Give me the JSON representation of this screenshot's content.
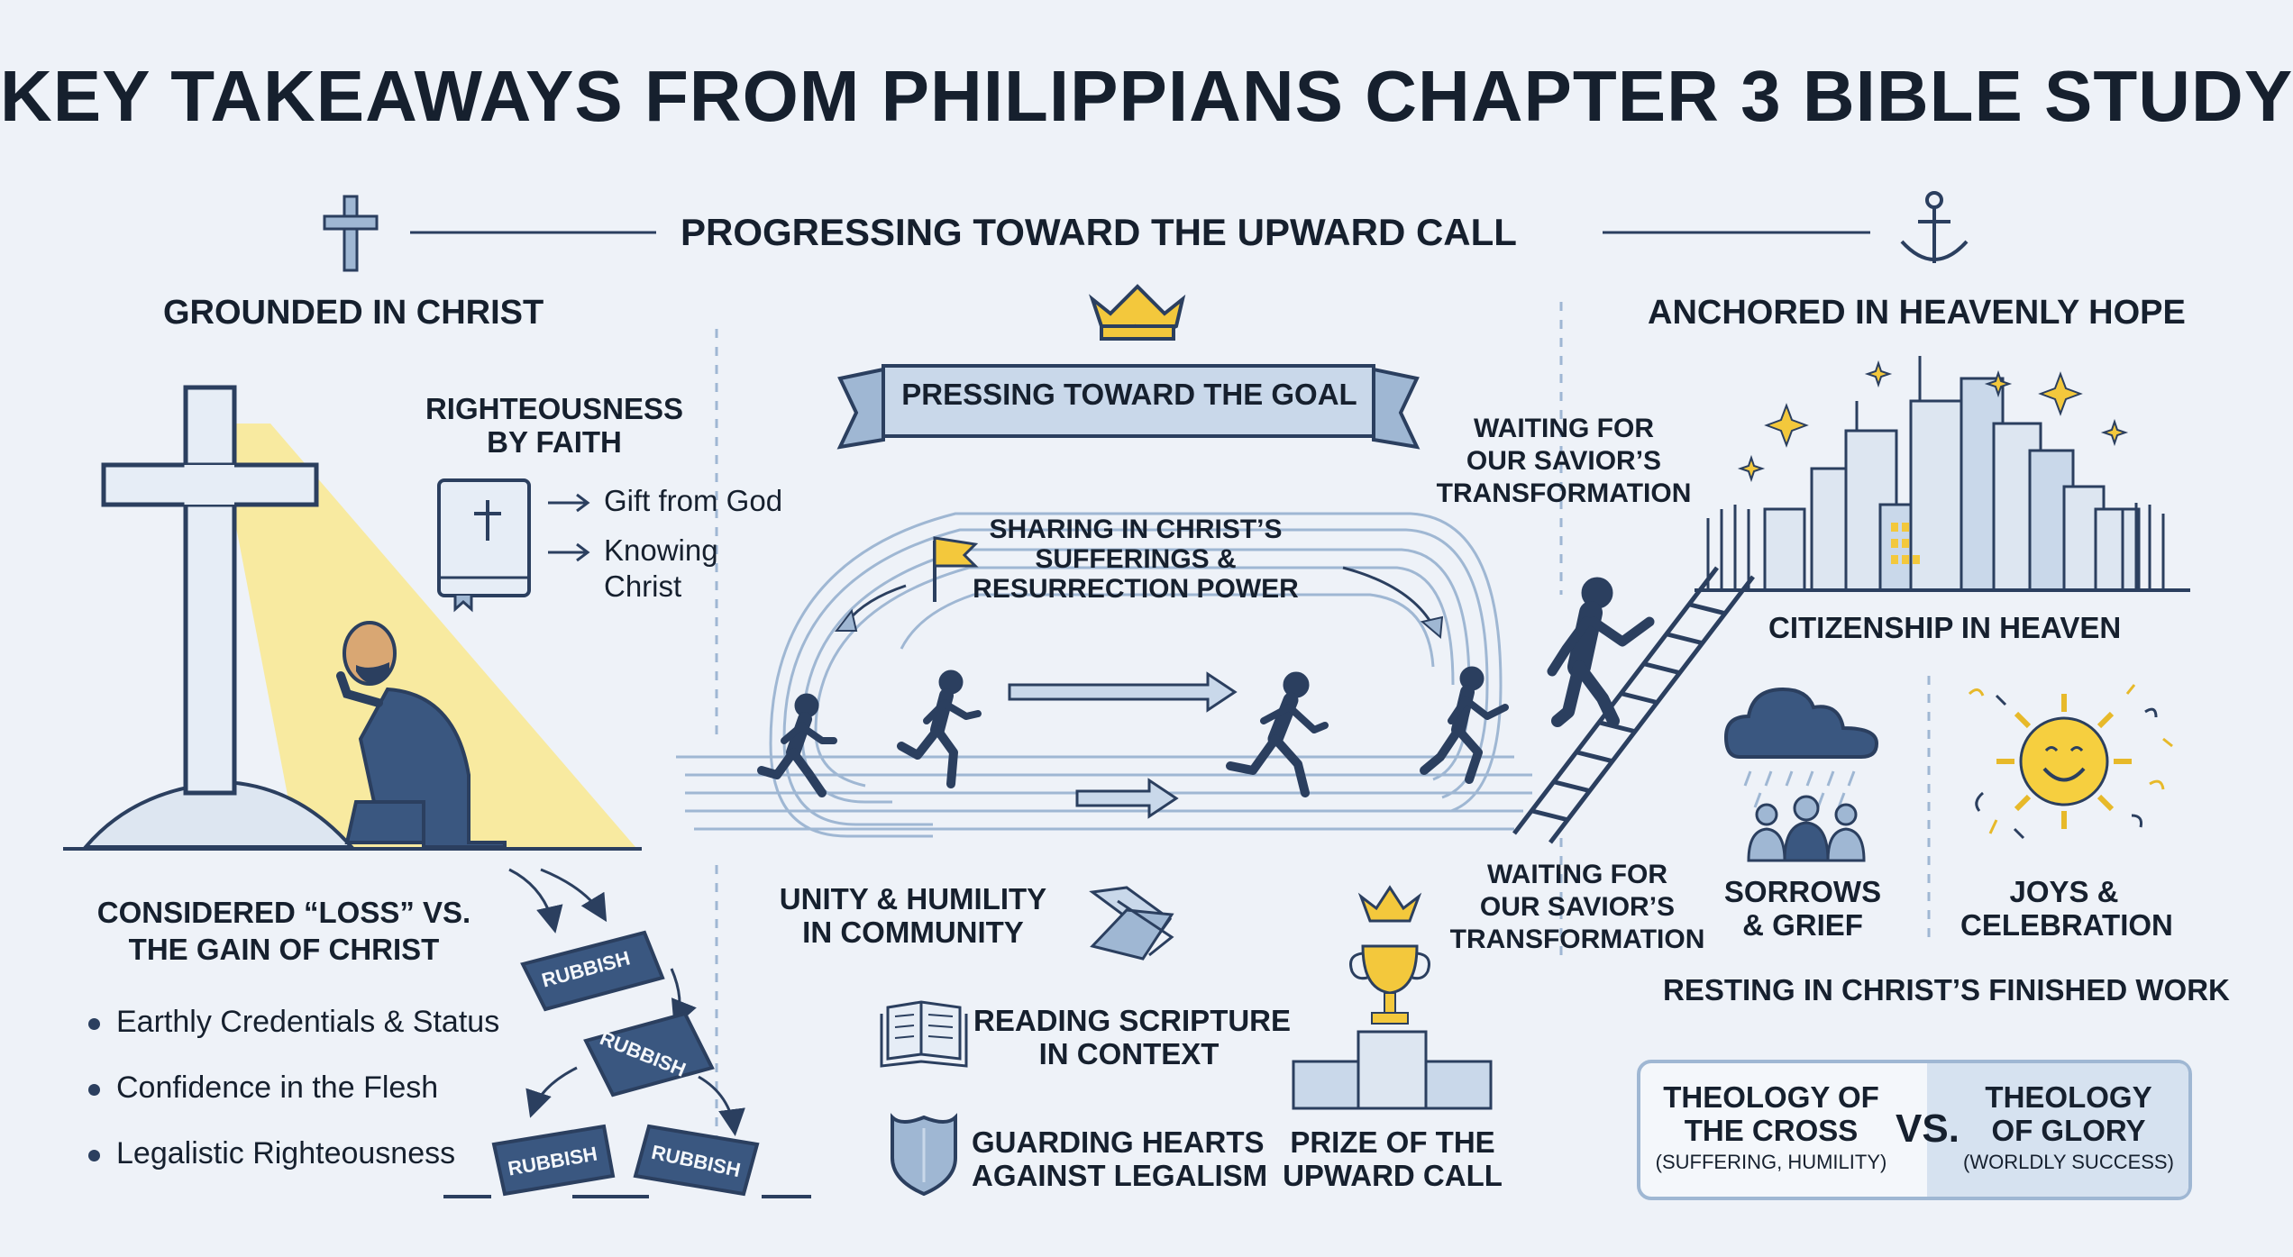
{
  "title": "KEY TAKEAWAYS FROM PHILIPPIANS CHAPTER 3 BIBLE STUDY",
  "banner_top": "PROGRESSING TOWARD THE UPWARD CALL",
  "left": {
    "heading": "GROUNDED IN CHRIST",
    "righteousness": {
      "line1": "RIGHTEOUSNESS",
      "line2": "BY FAITH",
      "items": [
        "Gift from God",
        "Knowing",
        "Christ"
      ]
    },
    "loss": {
      "line1": "CONSIDERED “LOSS” VS.",
      "line2": "THE GAIN OF CHRIST",
      "bullets": [
        "Earthly Credentials & Status",
        "Confidence in the Flesh",
        "Legalistic Righteousness"
      ]
    },
    "rubbish_label": "RUBBISH"
  },
  "center": {
    "ribbon": "PRESSING TOWARD THE GOAL",
    "track_line1": "SHARING IN CHRIST’S",
    "track_line2": "SUFFERINGS &",
    "track_line3": "RESURRECTION POWER",
    "unity_line1": "UNITY & HUMILITY",
    "unity_line2": "IN COMMUNITY",
    "reading_line1": "READING SCRIPTURE",
    "reading_line2": "IN CONTEXT",
    "guarding_line1": "GUARDING HEARTS",
    "guarding_line2": "AGAINST LEGALISM",
    "prize_line1": "PRIZE OF THE",
    "prize_line2": "UPWARD CALL"
  },
  "right": {
    "heading": "ANCHORED IN HEAVENLY HOPE",
    "waiting_top": [
      "WAITING FOR",
      "OUR SAVIOR’S",
      "TRANSFORMATION"
    ],
    "waiting_bottom": [
      "WAITING FOR",
      "OUR SAVIOR’S",
      "TRANSFORMATION"
    ],
    "citizenship": "CITIZENSHIP IN HEAVEN",
    "sorrows": [
      "SORROWS",
      "& GRIEF"
    ],
    "joys": [
      "JOYS &",
      "CELEBRATION"
    ],
    "resting": "RESTING IN CHRIST’S FINISHED WORK",
    "cross_theology": [
      "THEOLOGY OF",
      "THE CROSS",
      "(SUFFERING, HUMILITY)"
    ],
    "vs": "VS.",
    "glory_theology": [
      "THEOLOGY",
      "OF GLORY",
      "(WORLDLY SUCCESS)"
    ]
  },
  "colors": {
    "navy": "#2b3f5f",
    "light_blue": "#c9d8ea",
    "mid_blue": "#9fb7d3",
    "yellow": "#f6df73",
    "gold": "#e7b92a",
    "background": "#eef2f8"
  }
}
